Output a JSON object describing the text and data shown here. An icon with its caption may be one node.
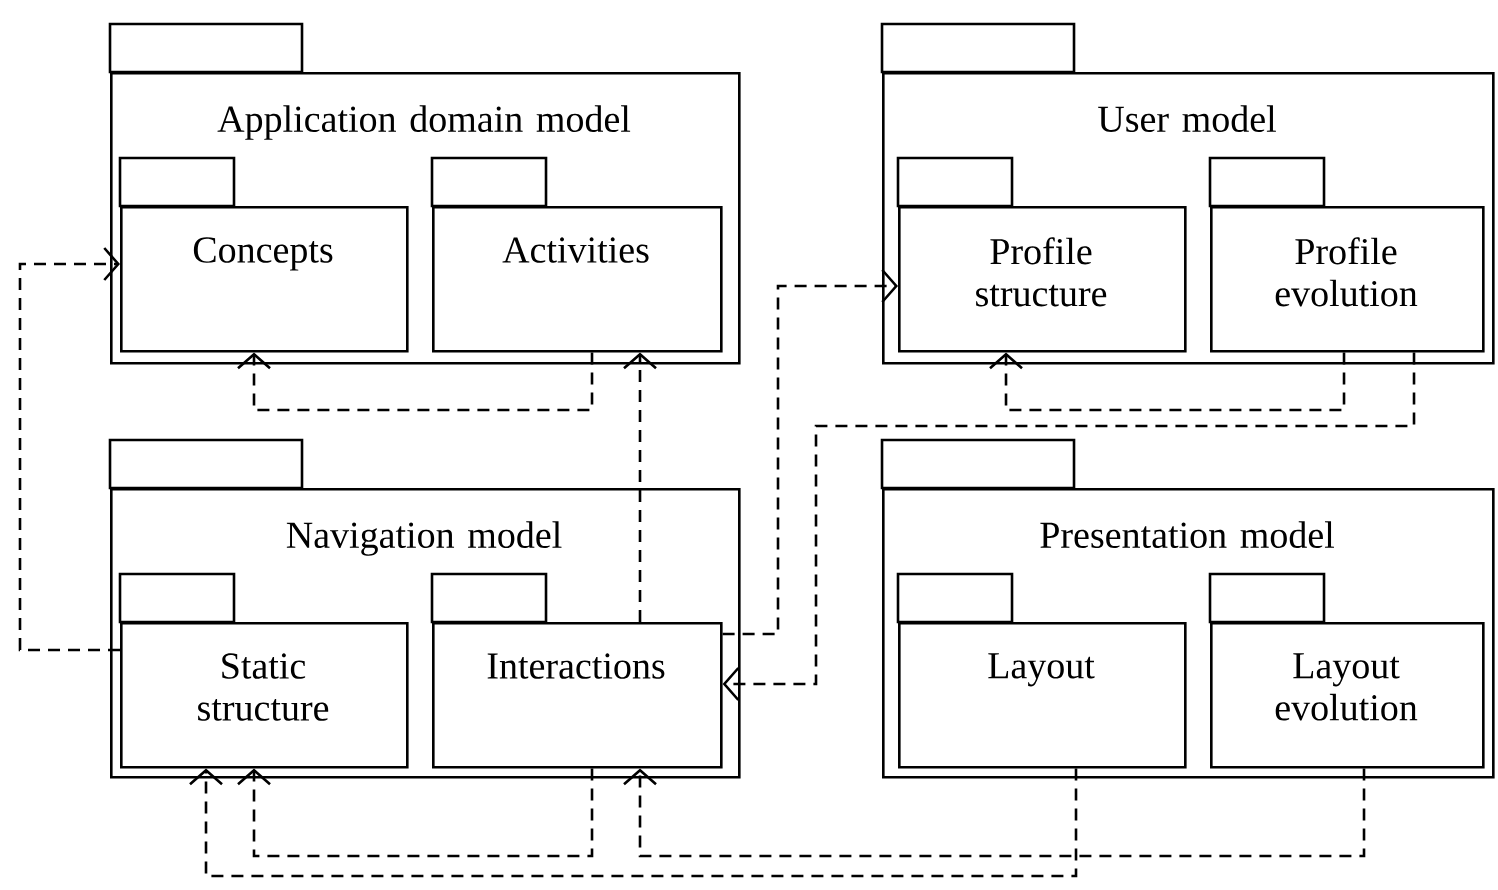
{
  "diagram": {
    "nodes": [
      {
        "text": [
          "Application domain model"
        ]
      },
      {
        "text": [
          "Concepts"
        ],
        "in": 0
      },
      {
        "text": [
          "Activities"
        ],
        "in": 0
      },
      {
        "text": [
          "User model"
        ]
      },
      {
        "text": [
          "Profile structure"
        ],
        "in": 3
      },
      {
        "text": [
          "Profile evolution"
        ],
        "in": 3
      },
      {
        "text": [
          "Navigation model"
        ]
      },
      {
        "text": [
          "Static structure"
        ],
        "in": 6
      },
      {
        "text": [
          "Interactions"
        ],
        "in": 6
      },
      {
        "text": [
          "Presentation model"
        ]
      },
      {
        "text": [
          "Layout"
        ],
        "in": 9
      },
      {
        "text": [
          "Layout evolution"
        ],
        "in": 9
      }
    ],
    "edges": [
      {
        "from": 7,
        "to": 1,
        "arrow": "to",
        "style": "dashed"
      },
      {
        "from": 2,
        "to": 1,
        "arrow": "to",
        "style": "dashed"
      },
      {
        "from": 8,
        "to": 2,
        "arrow": "to",
        "style": "dashed"
      },
      {
        "from": 8,
        "to": 4,
        "arrow": "to",
        "style": "dashed"
      },
      {
        "from": 5,
        "to": 4,
        "arrow": "to",
        "style": "dashed"
      },
      {
        "from": 5,
        "to": 8,
        "arrow": "to",
        "style": "dashed"
      },
      {
        "from": 10,
        "to": 7,
        "arrow": "to",
        "style": "dashed"
      },
      {
        "from": 8,
        "to": 7,
        "arrow": "to",
        "style": "dashed"
      },
      {
        "from": 11,
        "to": 8,
        "arrow": "to",
        "style": "dashed"
      }
    ]
  }
}
